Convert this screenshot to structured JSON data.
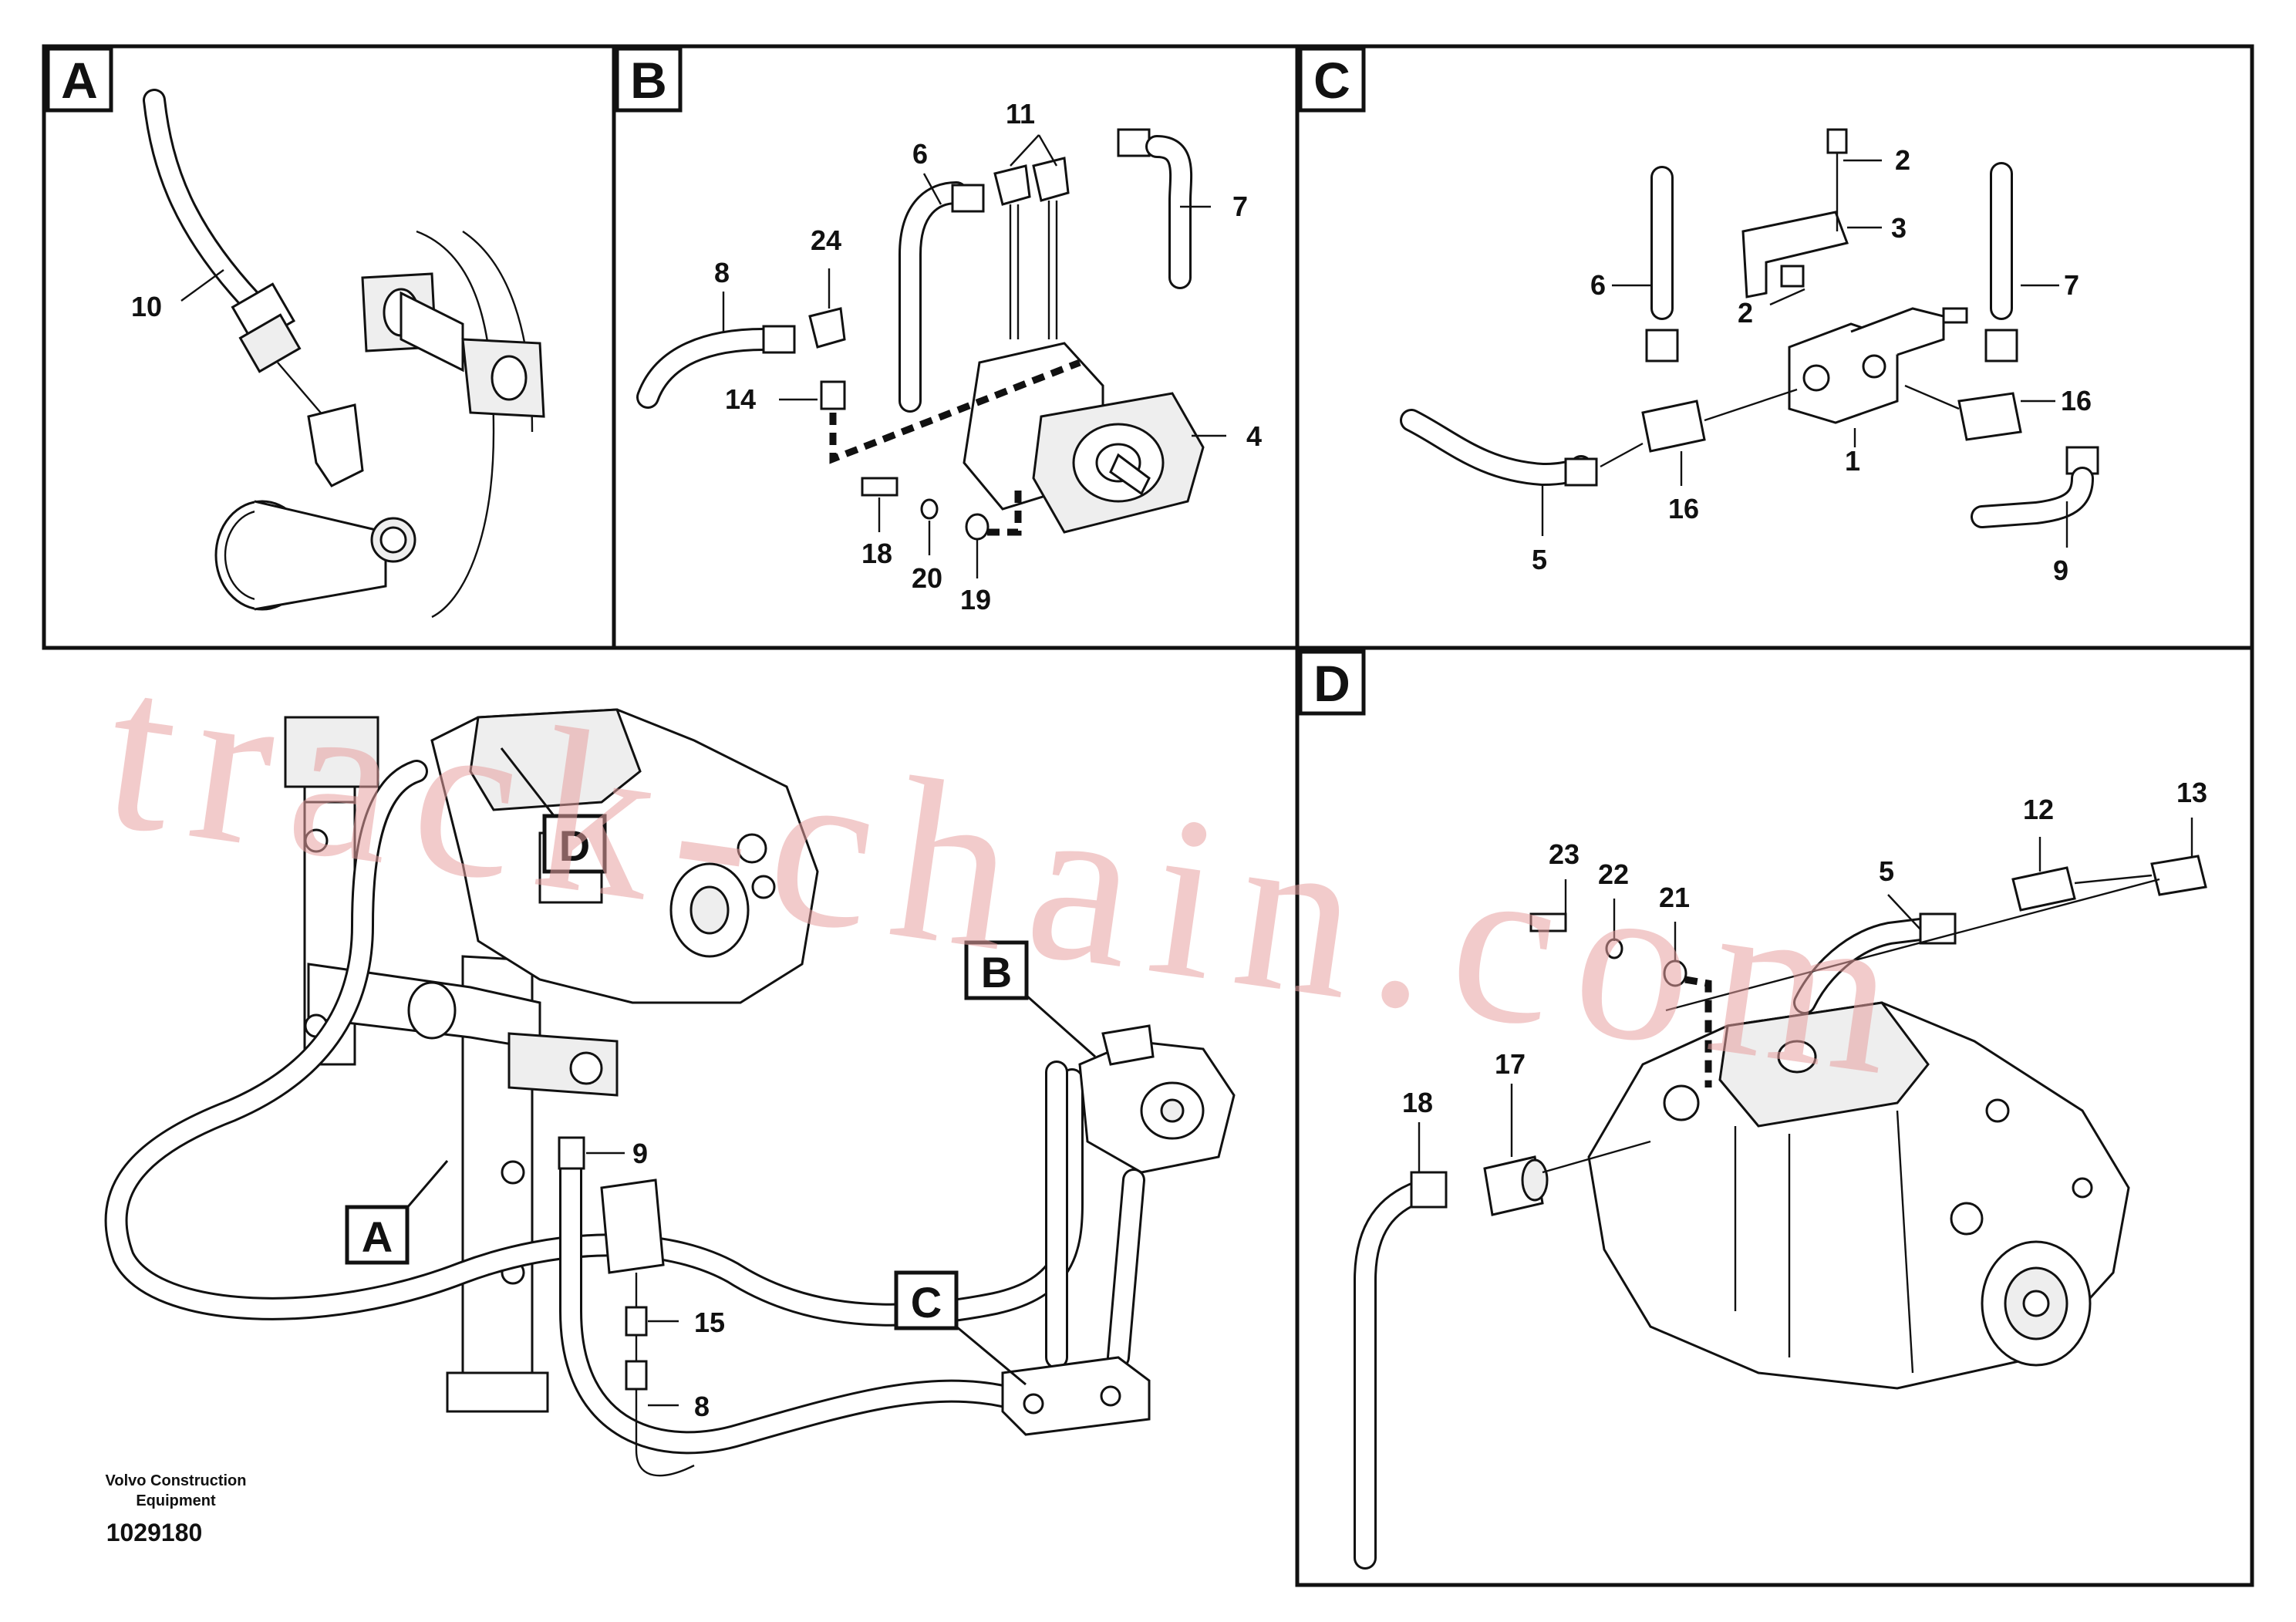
{
  "panels": {
    "A": {
      "letter": "A",
      "labels": {
        "p10": "10"
      }
    },
    "B": {
      "letter": "B",
      "labels": {
        "p11": "11",
        "p6": "6",
        "p7": "7",
        "p8": "8",
        "p24": "24",
        "p14": "14",
        "p4": "4",
        "p18": "18",
        "p20": "20",
        "p19": "19"
      }
    },
    "C": {
      "letter": "C",
      "labels": {
        "p2a": "2",
        "p3": "3",
        "p6": "6",
        "p2b": "2",
        "p7": "7",
        "p16a": "16",
        "p1": "1",
        "p16b": "16",
        "p5": "5",
        "p9": "9"
      }
    },
    "D": {
      "letter": "D",
      "labels": {
        "p13": "13",
        "p12": "12",
        "p23": "23",
        "p22": "22",
        "p21": "21",
        "p5": "5",
        "p17": "17",
        "p18": "18"
      }
    }
  },
  "overview": {
    "callouts": {
      "A": "A",
      "B": "B",
      "C": "C",
      "D": "D"
    },
    "labels": {
      "p9": "9",
      "p15": "15",
      "p8": "8"
    }
  },
  "footer": {
    "company_line1": "Volvo Construction",
    "company_line2": "Equipment",
    "drawing_number": "1029180"
  },
  "watermark": "track-chain.com"
}
